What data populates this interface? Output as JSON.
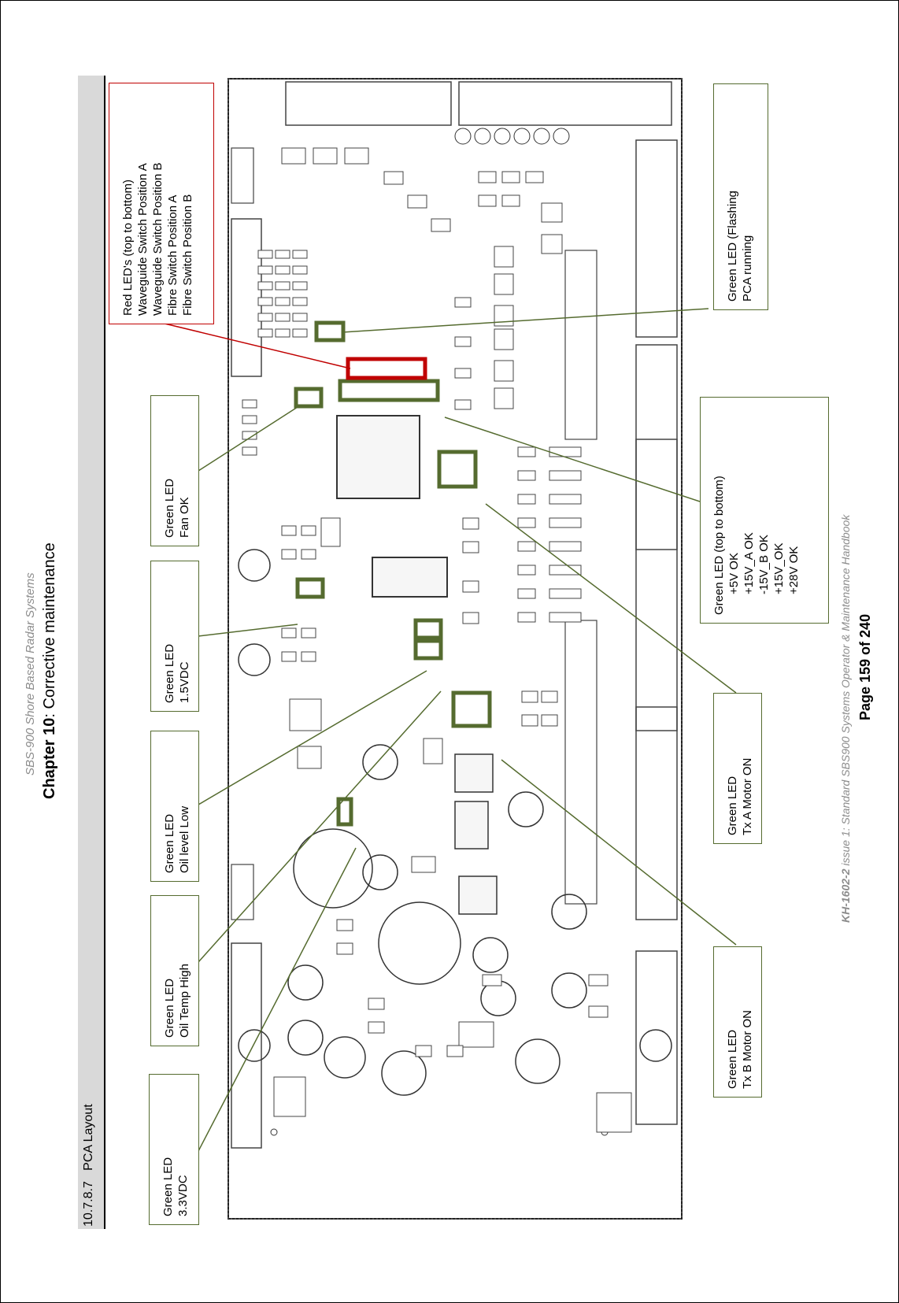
{
  "header": {
    "subtitle": "SBS-900 Shore Based Radar Systems",
    "chapter_prefix": "Chapter 10",
    "chapter_suffix": ": Corrective maintenance"
  },
  "section": {
    "number": "10.7.8.7",
    "title": "PCA Layout"
  },
  "footer": {
    "doc_ref": "KH-1602-2",
    "doc_rest": " issue 1: Standard SBS900 Systems Operator & Maintenance Handbook",
    "page": "Page 159 of 240"
  },
  "callouts": {
    "red_leds": {
      "title": "Red LED's (top to bottom)",
      "lines": [
        "Waveguide Switch Position A",
        "Waveguide Switch Position B",
        "Fibre Switch Position A",
        "Fibre Switch Position B"
      ]
    },
    "fan_ok": {
      "line1": "Green LED",
      "line2": "Fan OK"
    },
    "v15": {
      "line1": "Green LED",
      "line2": "1.5VDC"
    },
    "oil_low": {
      "line1": "Green LED",
      "line2": "Oil level Low"
    },
    "oil_temp": {
      "line1": "Green LED",
      "line2": "Oil Temp High"
    },
    "v33": {
      "line1": "Green LED",
      "line2": "3.3VDC"
    },
    "flashing": {
      "line1": "Green LED (Flashing",
      "line2": "PCA running"
    },
    "supply": {
      "title": "Green LED (top to bottom)",
      "lines": [
        "+5V OK",
        "+15V_A OK",
        "-15V_B OK",
        "+15V_OK",
        "+28V OK"
      ]
    },
    "tx_a": {
      "line1": "Green LED",
      "line2": "Tx A Motor ON"
    },
    "tx_b": {
      "line1": "Green LED",
      "line2": "Tx B Motor ON"
    }
  },
  "colors": {
    "green": "#556b2f",
    "red": "#c00000",
    "grey_text": "#8c8c8c",
    "bar": "#d9d9d9"
  }
}
